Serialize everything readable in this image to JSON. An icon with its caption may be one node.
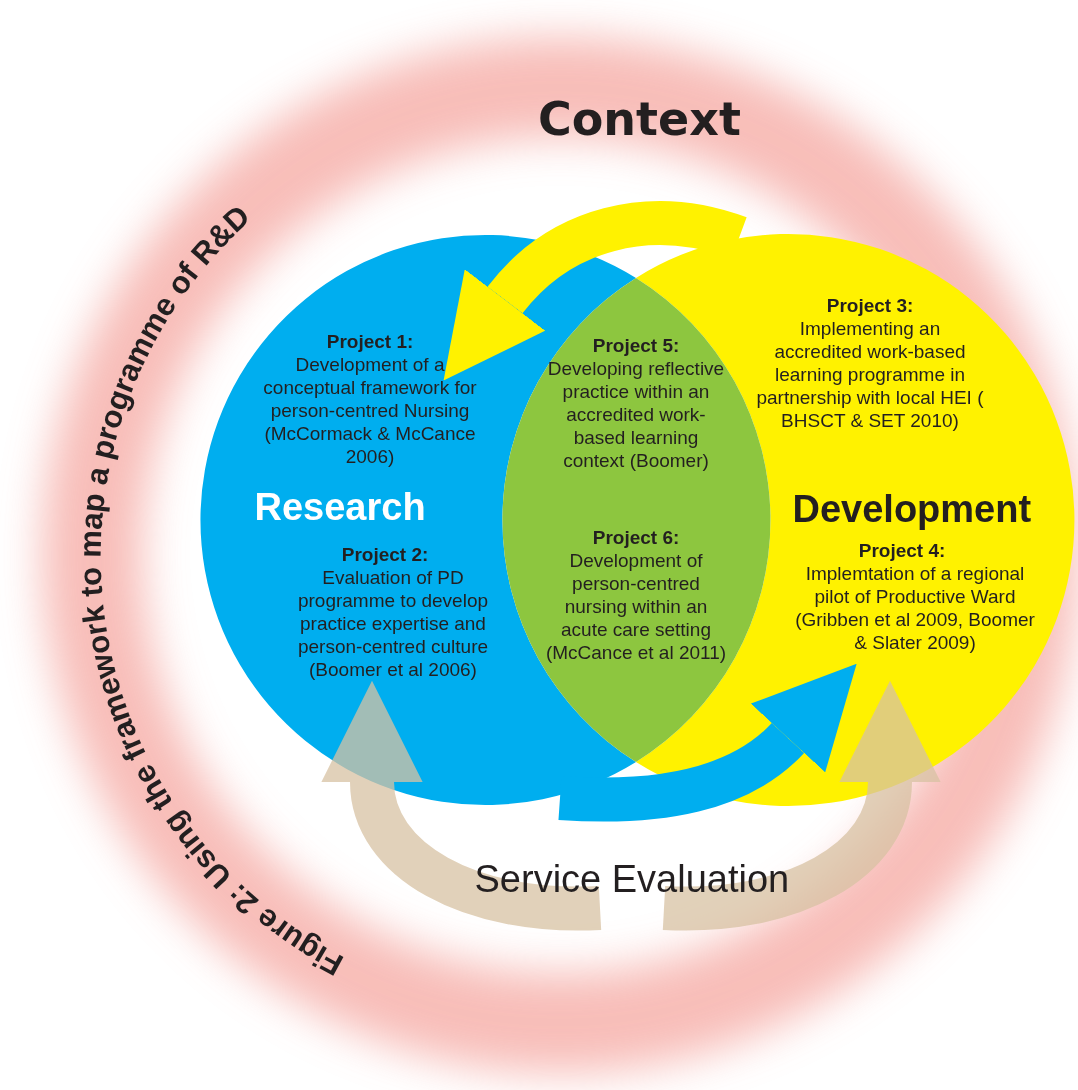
{
  "diagram": {
    "caption": "Figure 2: Using the framework to map a programme of R&D",
    "nodes": [
      {
        "text": [
          "Project 1:",
          "Development of a conceptual framework for person-centred Nursing (McCormack & McCance 2006)",
          "Research",
          "Project 2:",
          "Evaluation of PD programme to develop practice expertise and person-centred culture (Boomer et al 2006)"
        ]
      },
      {
        "text": [
          "Project 5:",
          "Developing reflective practice within an accredited work-based learning context (Boomer)",
          "Project 6:",
          "Development of person-centred nursing within an acute care setting (McCance et al 2011)"
        ]
      },
      {
        "text": [
          "Project 3:",
          "Implementing an accredited work-based learning programme in partnership with local HEI ( BHSCT & SET 2010)",
          "Development",
          "Project 4:",
          "Implemtation of a regional pilot of Productive Ward (Gribben et al 2009, Boomer & Slater 2009)"
        ]
      },
      {
        "text": [
          "Service Evaluation"
        ]
      }
    ],
    "edges": [
      {
        "from": 2,
        "to": 0,
        "arrow": "to",
        "color": "#fff200"
      },
      {
        "from": 0,
        "to": 2,
        "arrow": "to",
        "color": "#00aeef"
      },
      {
        "from": 3,
        "to": 0,
        "arrow": "to",
        "color": "#d8c2a3"
      },
      {
        "from": 3,
        "to": 2,
        "arrow": "to",
        "color": "#d8c2a3"
      }
    ],
    "labels": [
      "Context"
    ]
  }
}
